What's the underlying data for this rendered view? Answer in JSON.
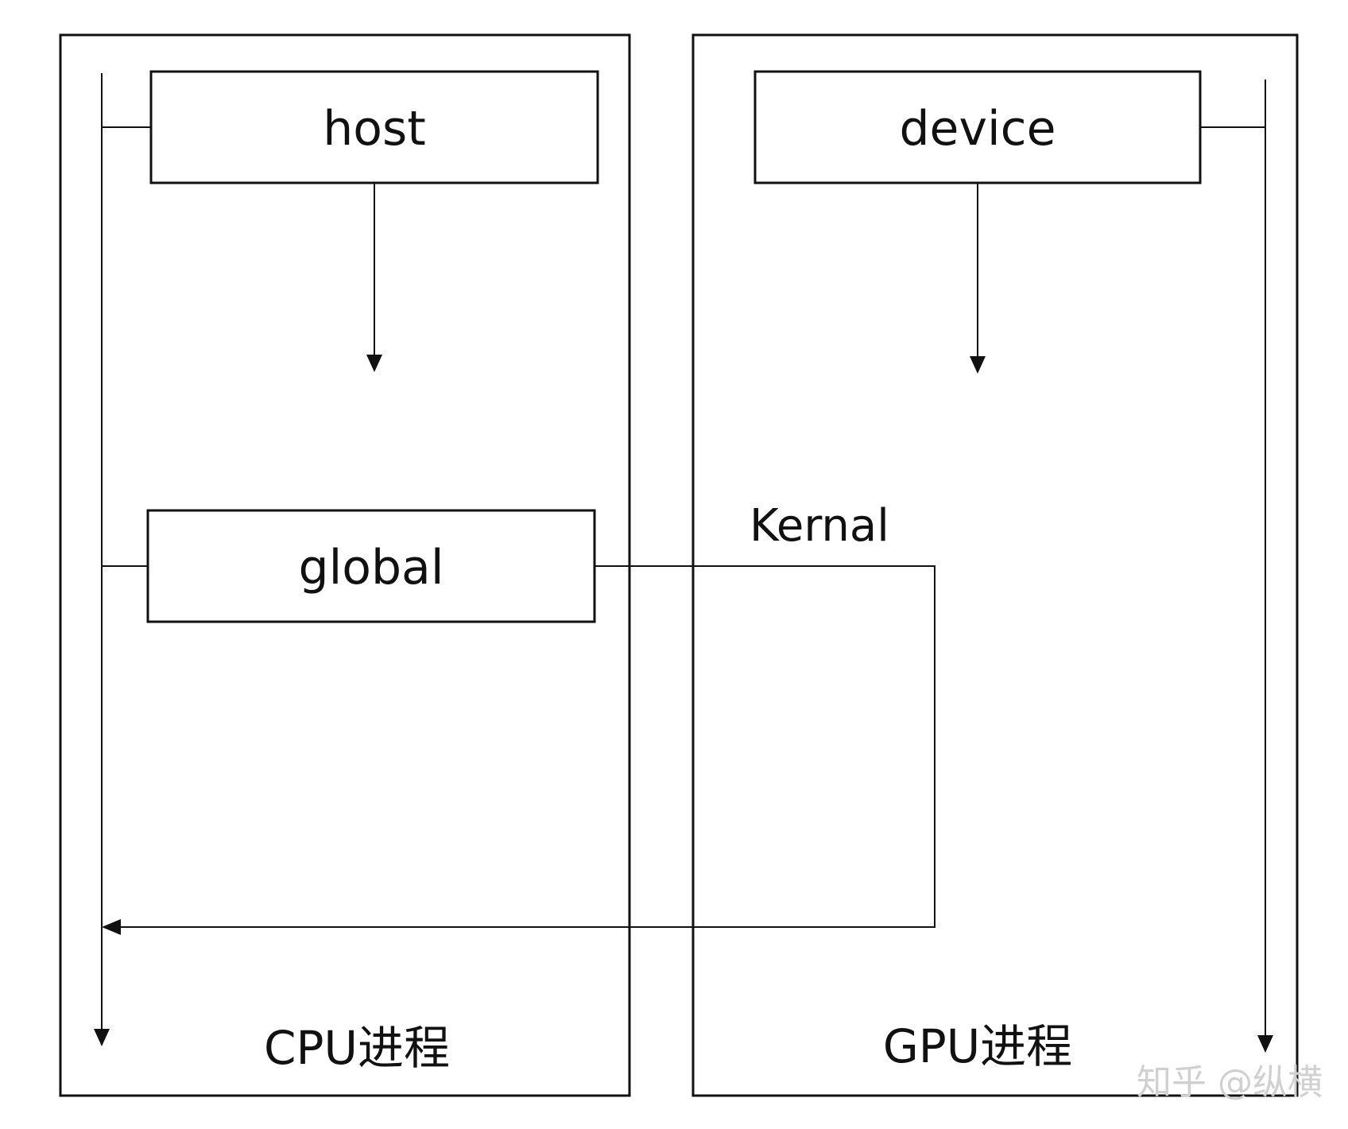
{
  "boxes": {
    "host": "host",
    "global": "global",
    "device": "device"
  },
  "labels": {
    "kernal": "Kernal",
    "cpu_process": "CPU进程",
    "gpu_process": "GPU进程"
  },
  "watermark": "知乎 @纵横",
  "colors": {
    "stroke": "#111111",
    "background": "#ffffff",
    "watermark": "#d0d0d0"
  }
}
